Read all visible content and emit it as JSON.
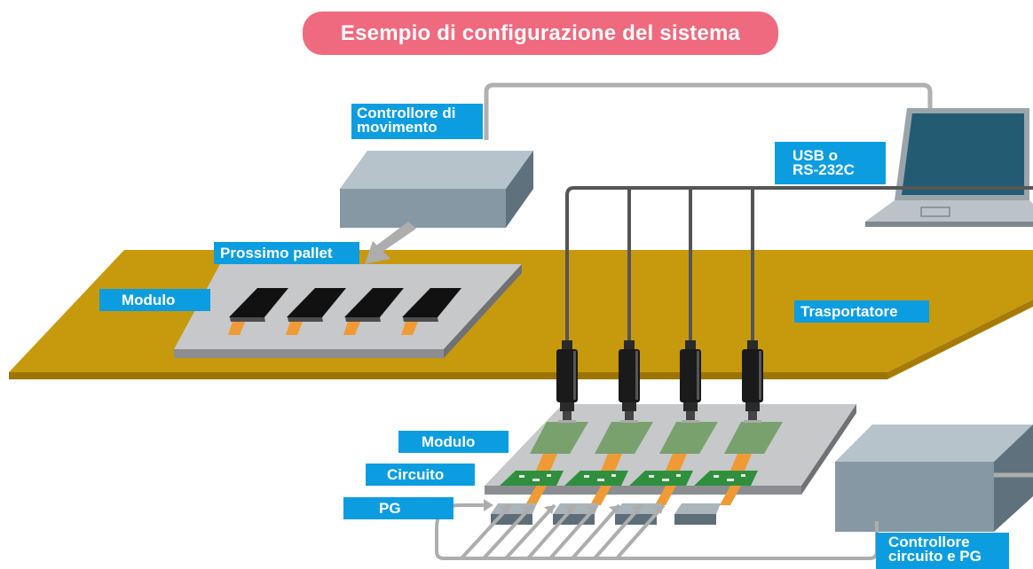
{
  "title": "Esempio di configurazione del sistema",
  "labels": {
    "motion_controller": "Controllore di\nmovimento",
    "usb": "USB o\nRS-232C",
    "next_pallet": "Prossimo pallet",
    "module_top": "Modulo",
    "conveyor": "Trasportatore",
    "module_bottom": "Modulo",
    "circuit": "Circuito",
    "pg": "PG",
    "circuit_pg_controller": "Controllore\ncircuito e PG"
  },
  "colors": {
    "title_pill": "#ef6a7f",
    "label_bg": "#0b9de0",
    "conveyor": "#c49a0c",
    "cable": "#adadad",
    "box": "#8a9da8"
  }
}
